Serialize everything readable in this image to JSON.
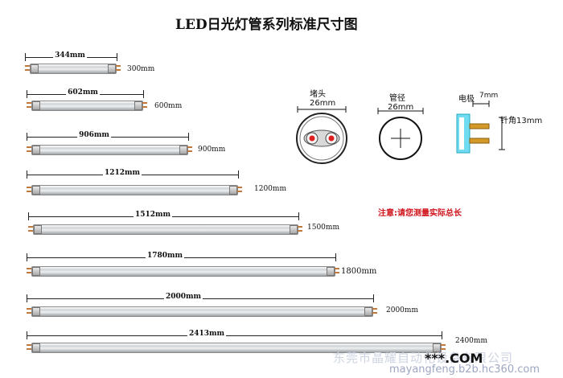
{
  "title": "LED日光灯管系列标准尺寸图",
  "tubes": [
    {
      "overall": "344mm",
      "nominal": "300mm"
    },
    {
      "overall": "602mm",
      "nominal": "600mm"
    },
    {
      "overall": "906mm",
      "nominal": "900mm"
    },
    {
      "overall": "1212mm",
      "nominal": "1200mm"
    },
    {
      "overall": "1512mm",
      "nominal": "1500mm"
    },
    {
      "overall": "1780mm",
      "nominal": "1800mm"
    },
    {
      "overall": "2000mm",
      "nominal": "2000mm"
    },
    {
      "overall": "2413mm",
      "nominal": "2400mm"
    }
  ],
  "endcap": {
    "label": "堵头",
    "size": "26mm"
  },
  "diameter": {
    "label": "管径",
    "size": "26mm"
  },
  "electrode": {
    "label": "电极",
    "size": "7mm",
    "pin_label": "针角13mm"
  },
  "note": "注意:请您测量实际总长",
  "watermark": {
    "company": "东莞市晶耀自动化设备有限公司",
    "stars": "***.COM",
    "url": "mayangfeng.b2b.hc360.com"
  }
}
